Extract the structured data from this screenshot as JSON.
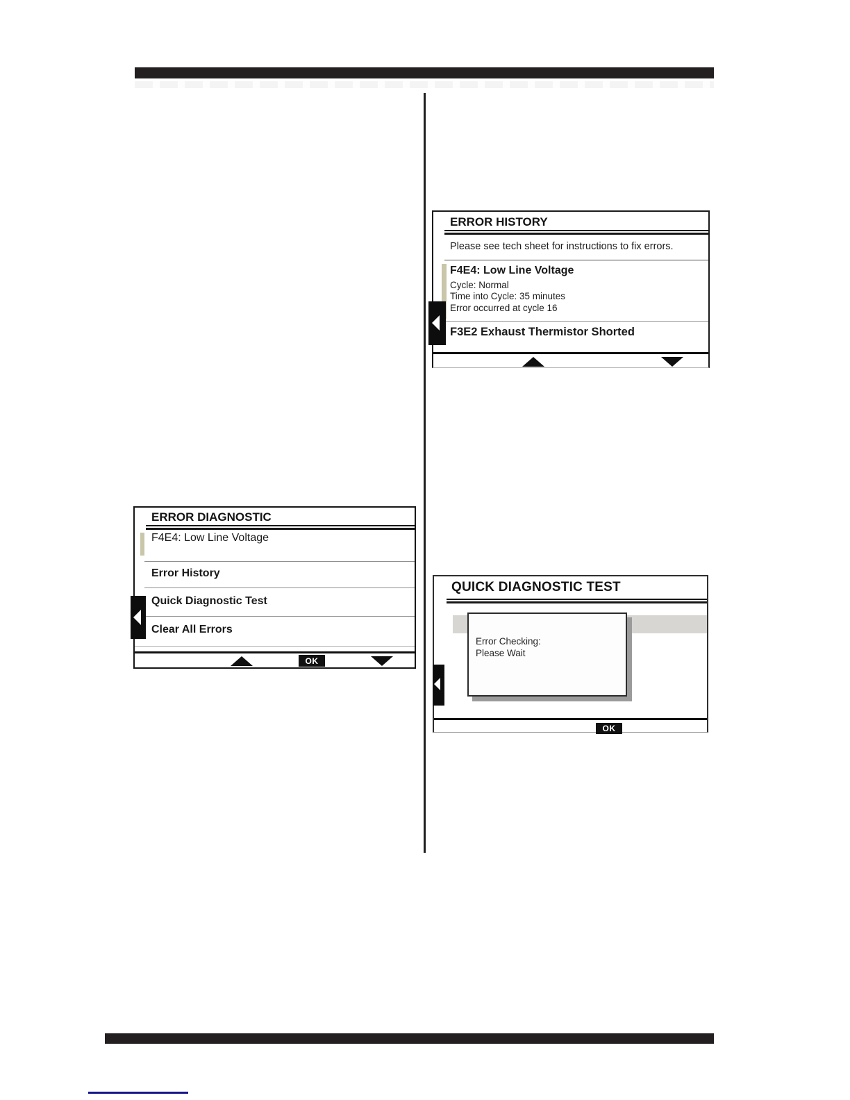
{
  "figures": {
    "error_history": {
      "title": "ERROR HISTORY",
      "instruction": "Please see tech sheet for instructions to fix errors.",
      "selected_error": {
        "code": "F4E4: Low Line Voltage",
        "cycle": "Cycle: Normal",
        "time": "Time into Cycle: 35 minutes",
        "occurred": "Error occurred at cycle 16"
      },
      "next_error": "F3E2 Exhaust Thermistor Shorted"
    },
    "error_diagnostic": {
      "title": "ERROR DIAGNOSTIC",
      "items": [
        {
          "label": "F4E4: Low Line Voltage"
        },
        {
          "label": "Error History"
        },
        {
          "label": "Quick Diagnostic Test"
        },
        {
          "label": "Clear All Errors"
        }
      ],
      "ok_label": "OK"
    },
    "quick_diagnostic_test": {
      "title": "QUICK DIAGNOSTIC TEST",
      "dialog": {
        "line1": "Error Checking:",
        "line2": "Please Wait"
      },
      "ok_label": "OK"
    }
  },
  "colors": {
    "accent_bar": "#c9c6a9",
    "rule_black": "#231f20",
    "highlight_band": "#d8d6d2",
    "link_underline": "#16158a"
  }
}
